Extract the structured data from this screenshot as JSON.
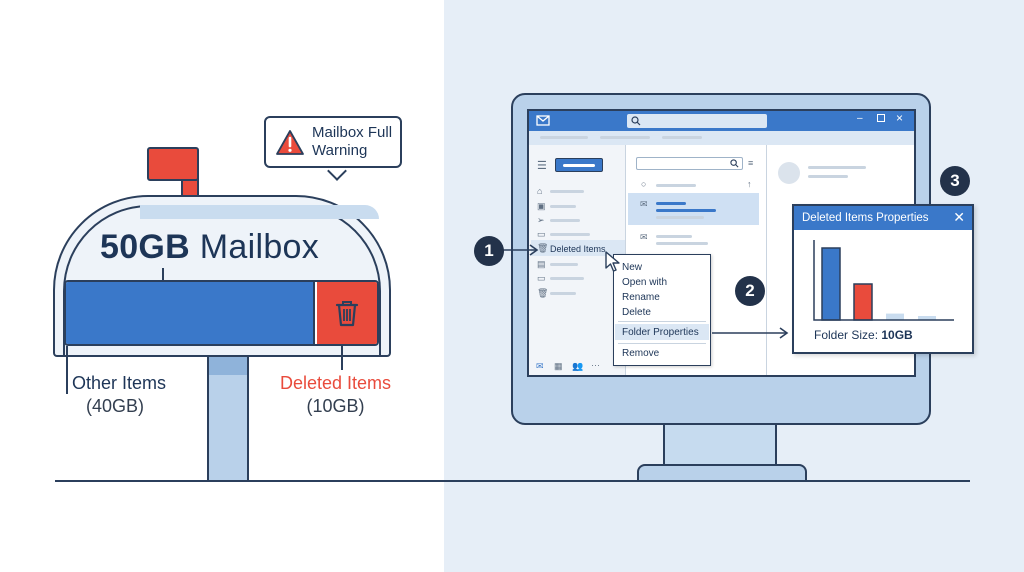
{
  "mailbox": {
    "title_bold": "50GB",
    "title_rest": " Mailbox",
    "other_fraction": 0.8,
    "deleted_fraction": 0.2,
    "other_label": "Other Items",
    "other_size": "(40GB)",
    "deleted_label": "Deleted Items",
    "deleted_size": "(10GB)",
    "icons": {
      "trash": "trash-icon",
      "flag": "mailbox-flag"
    }
  },
  "warning": {
    "line1": "Mailbox Full",
    "line2": "Warning",
    "icon": "warning-triangle-icon"
  },
  "outlook": {
    "nav_selected": "Deleted Items",
    "context_menu": [
      "New",
      "Open with",
      "Rename",
      "Delete",
      "Folder Properties",
      "Remove"
    ],
    "context_selected": "Folder Properties"
  },
  "dialog": {
    "title": "Deleted Items Properties",
    "size_label": "Folder Size: ",
    "size_value": "10GB",
    "bars": [
      0.9,
      0.45,
      0.08,
      0.05
    ]
  },
  "steps": [
    "1",
    "2",
    "3"
  ],
  "colors": {
    "accent_blue": "#3a78c9",
    "accent_red": "#e94b3c",
    "outline": "#2b3f5c",
    "panel_bg": "#e6eef7"
  }
}
